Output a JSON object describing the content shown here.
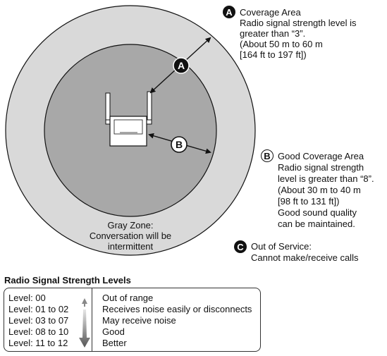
{
  "callouts": {
    "a": {
      "marker": "A",
      "title": "Coverage Area",
      "lines": [
        "Radio signal strength level is",
        "greater than “3”.",
        "(About 50 m to 60 m",
        "[164 ft to 197 ft])"
      ]
    },
    "b": {
      "marker": "B",
      "title": "Good Coverage Area",
      "lines": [
        "Radio signal strength",
        "level is greater than “8”.",
        "(About 30 m to 40 m",
        "[98 ft to 131 ft])",
        "Good sound quality",
        "can be maintained."
      ]
    },
    "c": {
      "marker": "C",
      "title": "Out of Service:",
      "lines": [
        "Cannot make/receive calls"
      ]
    }
  },
  "gray_zone": [
    "Gray Zone:",
    "Conversation will be",
    "intermittent"
  ],
  "diagram_markers": {
    "a": "A",
    "b": "B"
  },
  "levels": {
    "title": "Radio Signal Strength Levels",
    "rows": [
      {
        "level": "Level: 00",
        "meaning": "Out of range"
      },
      {
        "level": "Level: 01 to 02",
        "meaning": "Receives noise easily or disconnects"
      },
      {
        "level": "Level: 03 to 07",
        "meaning": "May receive noise"
      },
      {
        "level": "Level: 08 to 10",
        "meaning": "Good"
      },
      {
        "level": "Level: 11 to 12",
        "meaning": "Better"
      }
    ]
  },
  "colors": {
    "outer_zone": "#d9d9d9",
    "inner_zone": "#a8a8a8",
    "outline": "#111111"
  }
}
